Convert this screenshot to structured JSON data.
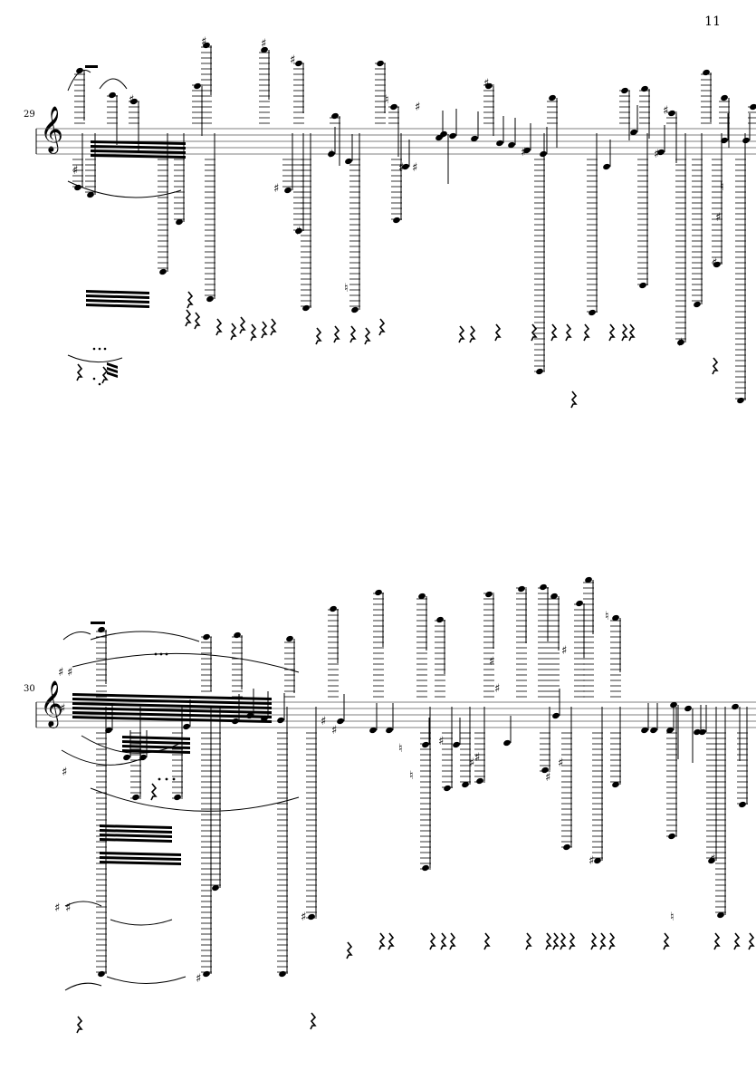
{
  "page": {
    "number": "11"
  },
  "systems": [
    {
      "measure_number": "29",
      "clef": "treble",
      "key_signature": "",
      "ledger_density": "high"
    },
    {
      "measure_number": "30",
      "clef": "treble",
      "key_signature": "F♯",
      "ledger_density": "high"
    }
  ],
  "glyphs": {
    "clef": "𝄞",
    "sharp": "♯",
    "natural": "♮",
    "rest": "𝄽"
  },
  "colors": {
    "ink": "#000000",
    "staff": "#555555",
    "paper": "#ffffff"
  }
}
